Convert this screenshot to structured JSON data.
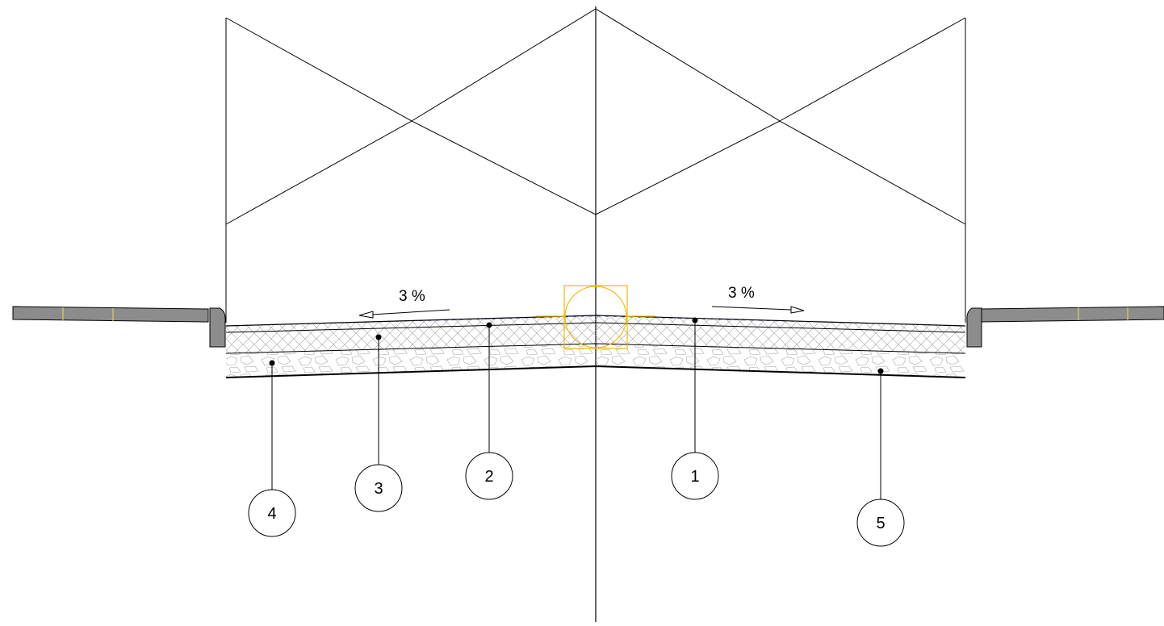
{
  "colors": {
    "line": "#000000",
    "pavement_slab": "#8c8c8c",
    "joint_mark": "#e8e04a",
    "drain_marker": "#f2b705",
    "hatch": "#9a9a9a",
    "hatch_blue": "#5a78c8"
  },
  "slopes": {
    "left": {
      "value": "3 %",
      "direction": "left"
    },
    "right": {
      "value": "3 %",
      "direction": "right"
    }
  },
  "callouts": [
    {
      "id": "1",
      "label": "1"
    },
    {
      "id": "2",
      "label": "2"
    },
    {
      "id": "3",
      "label": "3"
    },
    {
      "id": "4",
      "label": "4"
    },
    {
      "id": "5",
      "label": "5"
    }
  ]
}
